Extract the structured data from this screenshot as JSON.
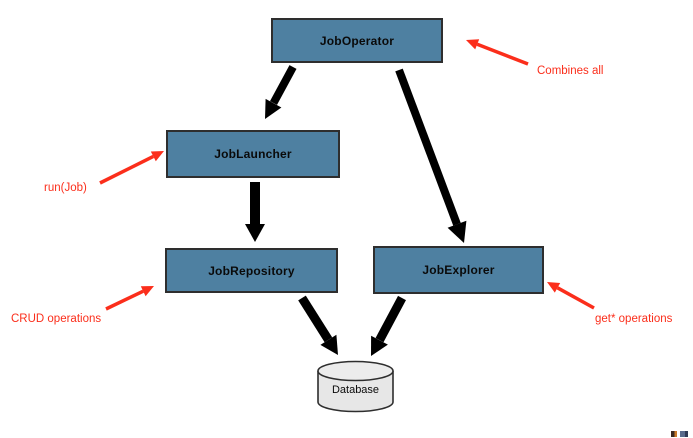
{
  "diagram": {
    "nodes": [
      {
        "id": "job-operator",
        "label": "JobOperator",
        "shape": "rect"
      },
      {
        "id": "job-launcher",
        "label": "JobLauncher",
        "shape": "rect"
      },
      {
        "id": "job-repository",
        "label": "JobRepository",
        "shape": "rect"
      },
      {
        "id": "job-explorer",
        "label": "JobExplorer",
        "shape": "rect"
      },
      {
        "id": "database",
        "label": "Database",
        "shape": "cylinder"
      }
    ],
    "edges": [
      {
        "from": "JobOperator",
        "to": "JobLauncher"
      },
      {
        "from": "JobOperator",
        "to": "JobExplorer"
      },
      {
        "from": "JobLauncher",
        "to": "JobRepository"
      },
      {
        "from": "JobRepository",
        "to": "Database"
      },
      {
        "from": "JobExplorer",
        "to": "Database"
      }
    ],
    "annotations": [
      {
        "label": "Combines all",
        "target": "JobOperator"
      },
      {
        "label": "run(Job)",
        "target": "JobLauncher"
      },
      {
        "label": "CRUD operations",
        "target": "JobRepository"
      },
      {
        "label": "get* operations",
        "target": "JobExplorer"
      }
    ],
    "colors": {
      "node_fill": "#4e80a1",
      "node_border": "#2e2e2e",
      "flow_arrow": "#000000",
      "annotation_red": "#fb2e1b",
      "database_fill": "#e7e7e7"
    }
  }
}
